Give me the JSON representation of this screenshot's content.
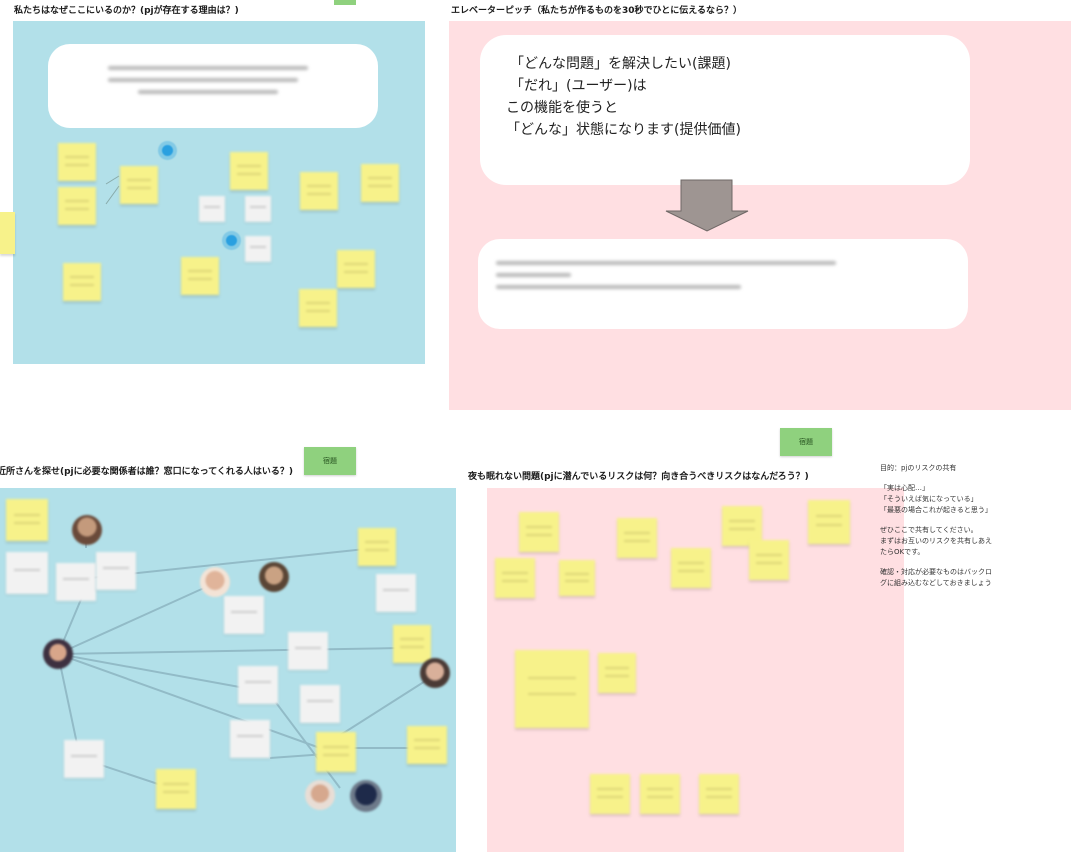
{
  "frames": {
    "top_left_title": "私たちはなぜここにいるのか？(pjが存在する理由は？)",
    "top_right_title": "エレベーターピッチ（私たちが作るものを30秒でひとに伝えるなら？）",
    "bottom_left_title": "近所さんを探せ(pjに必要な関係者は誰？窓口になってくれる人はいる？)",
    "bottom_right_title": "夜も眠れない問題(pjに潜んでいるリスクは何？向き合うべきリスクはなんだろう？)"
  },
  "pitch": {
    "line1": "「どんな問題」を解決したい(課題)",
    "line2": "「だれ」(ユーザー)は",
    "line3": "この機能を使うと",
    "line4": "「どんな」状態になります(提供価値)"
  },
  "tags": {
    "bottom_left_tag": "宿題",
    "bottom_right_tag": "宿題"
  },
  "sidebar": {
    "purpose": "目的：pjのリスクの共有",
    "example1": "「実は心配…」",
    "example2": "「そういえば気になっている」",
    "example3": "「最悪の場合これが起きると思う」",
    "instruction1": "ぜひここで共有してください。",
    "instruction2": "まずはお互いのリスクを共有しあえ",
    "instruction3": "たらOKです。",
    "note1": "確認・対応が必要なものはバックロ",
    "note2": "グに組み込むなどしておきましょう"
  },
  "colors": {
    "blue_frame": "#b2e0e9",
    "pink_frame": "#ffdfe2",
    "sticky": "#f7f28a",
    "tag_green": "#8fd17e",
    "arrow_gray": "#9e9592"
  }
}
